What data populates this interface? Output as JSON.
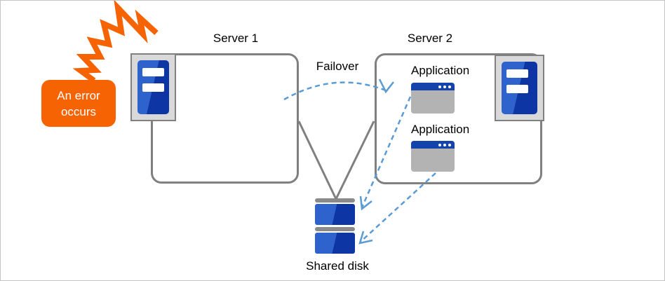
{
  "colors": {
    "orange": "#f66302",
    "arrow_blue": "#5b9bd5",
    "border_gray": "#808080",
    "icon_box_gray": "#d9d9d9",
    "app_gray": "#b3b3b3",
    "blue_light": "#2e63cd",
    "blue_dark": "#0d35a4",
    "titlebar_blue": "#1443ab",
    "disk_cap_gray": "#8a8a8a"
  },
  "error_badge": {
    "line1": "An error",
    "line2": "occurs"
  },
  "server1": {
    "label": "Server 1"
  },
  "server2": {
    "label": "Server 2",
    "applications": [
      {
        "label": "Application"
      },
      {
        "label": "Application"
      }
    ]
  },
  "failover": {
    "label": "Failover"
  },
  "shared_disk": {
    "label": "Shared disk"
  },
  "icons": {
    "error_burst": "error-burst-icon",
    "server": "server-icon",
    "application_window": "application-window-icon",
    "shared_disk": "shared-disk-icon"
  }
}
